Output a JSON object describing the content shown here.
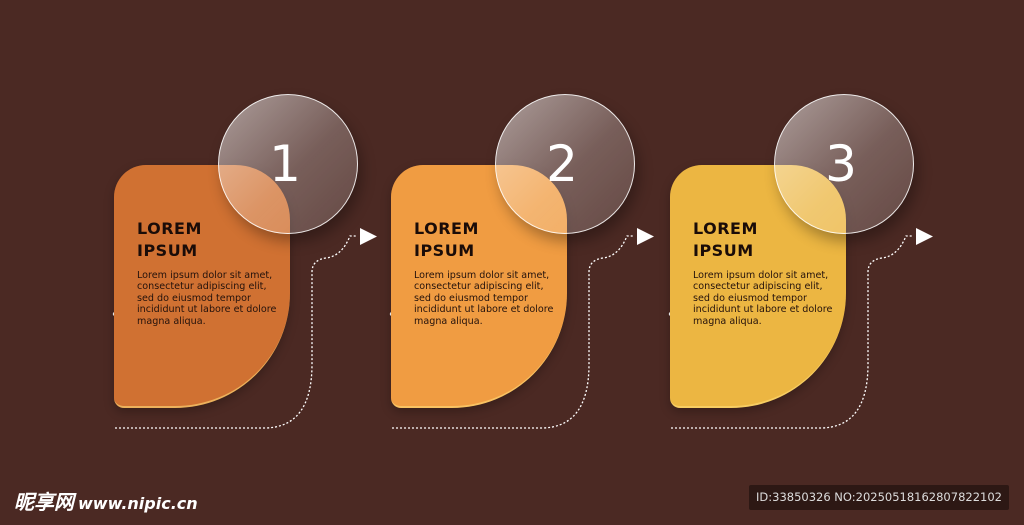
{
  "steps": [
    {
      "number": "1",
      "title": "LOREM\nIPSUM",
      "body": "Lorem ipsum dolor sit amet, consectetur adipiscing elit, sed do eiusmod tempor incididunt ut labore et dolore magna aliqua.",
      "color": "#d07132"
    },
    {
      "number": "2",
      "title": "LOREM\nIPSUM",
      "body": "Lorem ipsum dolor sit amet, consectetur adipiscing elit, sed do eiusmod tempor incididunt ut labore et dolore magna aliqua.",
      "color": "#f09c42"
    },
    {
      "number": "3",
      "title": "LOREM\nIPSUM",
      "body": "Lorem ipsum dolor sit amet, consectetur adipiscing elit, sed do eiusmod tempor incididunt ut labore et dolore magna aliqua.",
      "color": "#ecb642"
    }
  ],
  "watermark": {
    "site": "昵享网",
    "url": "www.nipic.cn",
    "id": "ID:33850326 NO:20250518162807822102"
  }
}
